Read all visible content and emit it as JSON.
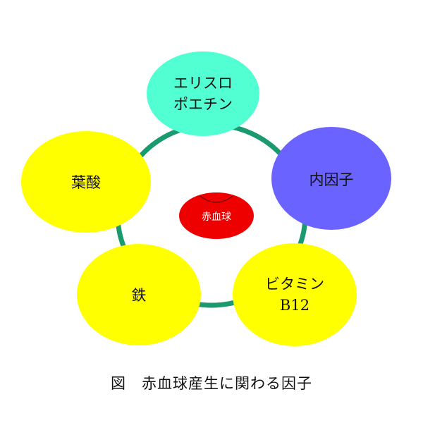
{
  "colors": {
    "ring": "#1a9a6e",
    "erythropoietin": "#52ffd2",
    "intrinsic_factor": "#6b63ff",
    "b12": "#ffff00",
    "iron": "#ffff00",
    "folic_acid": "#ffff00",
    "center": "#ee0000"
  },
  "nodes": {
    "erythropoietin": {
      "line1": "エリスロ",
      "line2": "ポエチン"
    },
    "intrinsic_factor": {
      "label": "内因子"
    },
    "b12": {
      "line1": "ビタミン",
      "line2": "B12"
    },
    "iron": {
      "label": "鉄"
    },
    "folic_acid": {
      "label": "葉酸"
    }
  },
  "center": {
    "label": "赤血球"
  },
  "caption": "図　赤血球産生に関わる因子"
}
